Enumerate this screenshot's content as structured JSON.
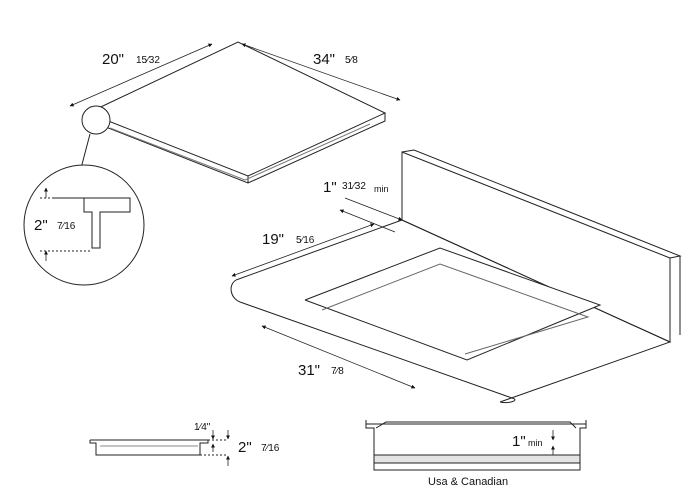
{
  "cooktop": {
    "width_label": "20\"",
    "width_frac": "15⁄32",
    "depth_label": "34\"",
    "depth_frac": "5⁄8"
  },
  "detail_circle": {
    "height_label": "2\"",
    "height_frac": "7⁄16"
  },
  "counter": {
    "min_label": "1\"",
    "min_frac": "31⁄32",
    "min_word": "min",
    "cutout_depth_label": "19\"",
    "cutout_depth_frac": "5⁄16",
    "cutout_width_label": "31\"",
    "cutout_width_frac": "7⁄8"
  },
  "side_view": {
    "flange_label": "1⁄4\"",
    "height_label": "2\"",
    "height_frac": "7⁄16"
  },
  "section_view": {
    "clearance_label": "1\"",
    "clearance_word": "min",
    "caption": "Usa & Canadian"
  }
}
